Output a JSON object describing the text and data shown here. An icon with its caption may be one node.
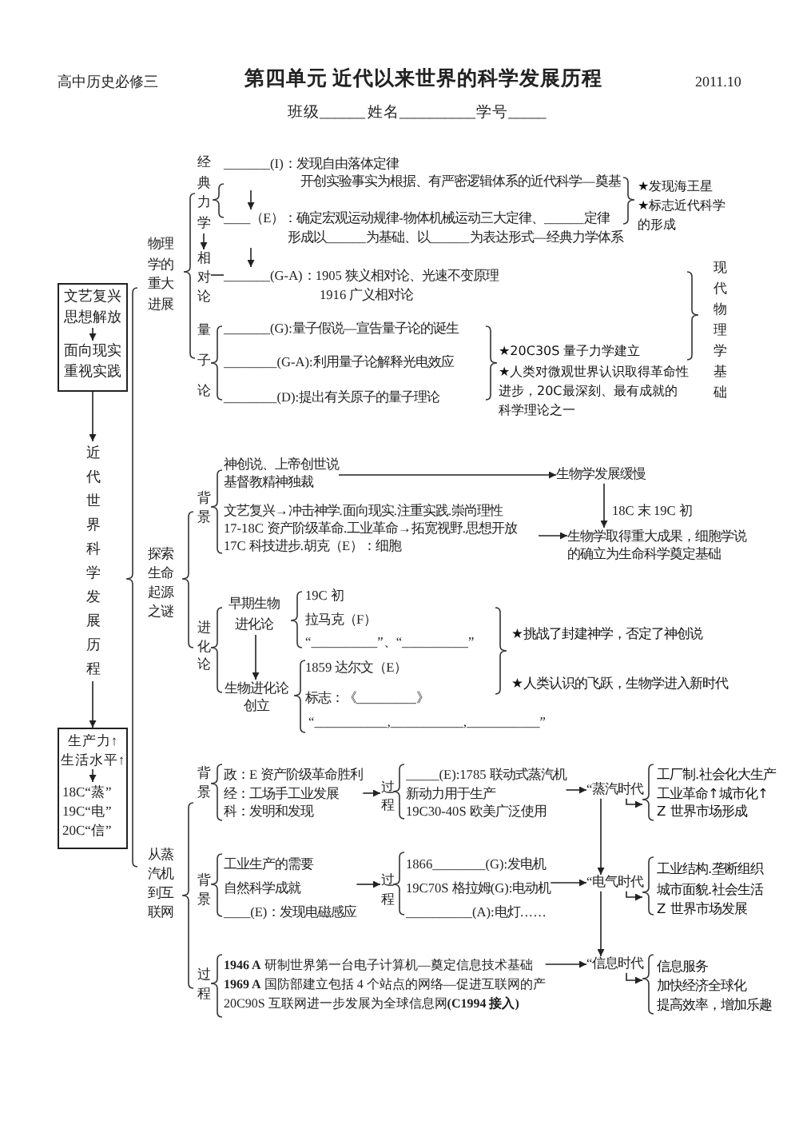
{
  "diagram": {
    "title": "第四单元 近代以来世界的科学发展历程",
    "nodes": [
      {
        "text": [],
        "shape": "box"
      },
      {
        "text": [
          "文艺复兴",
          "思想解放"
        ],
        "in": 0
      },
      {
        "text": [
          "面向现实",
          "重视实践"
        ],
        "in": 0
      },
      {
        "text": [
          "近代世界科学发展历程"
        ]
      },
      {
        "text": [],
        "shape": "box"
      },
      {
        "text": [
          "生产力↑",
          "生活水平↑"
        ],
        "in": 4
      },
      {
        "text": [
          "18C“蒸”",
          "19C“电”",
          "20C“信”"
        ],
        "in": 4
      },
      {
        "text": [
          "经典力学"
        ]
      },
      {
        "text": [
          "_______(I)：发现自由落体定律",
          "开创实验事实为根据、有严密逻辑体系的近代科学—奠基"
        ]
      },
      {
        "text": [
          "____（E）：确定宏观运动规律-物体机械运动三大定律、______定律",
          "形成以______为基础、以______为表达形式—经典力学体系"
        ]
      },
      {
        "text": [
          "相对论"
        ]
      },
      {
        "text": [
          "_______(G-A)：1905 狭义相对论、光速不变原理",
          "1916 广义相对论"
        ]
      },
      {
        "text": [
          "神创说、上帝创世说",
          "基督教精神独裁"
        ]
      },
      {
        "text": [
          "生物学发展缓慢"
        ]
      },
      {
        "text": [
          "生物学取得重大成果，细胞学说的确立为生命科学奠定基础"
        ]
      },
      {
        "text": [
          "早期生物进化论"
        ]
      },
      {
        "text": [
          "生物进化论创立"
        ]
      },
      {
        "text": [
          "政：E 资产阶级革命胜利",
          "经：工场手工业发展",
          "科：发明和发现"
        ]
      },
      {
        "text": [
          "过程"
        ]
      },
      {
        "text": [
          "_____(E):1785 联动式蒸汽机",
          "新动力用于生产",
          "19C30-40S 欧美广泛使用"
        ]
      },
      {
        "text": [
          "“蒸汽时代"
        ]
      },
      {
        "text": [
          "工厂制.社会化大生产",
          "工业革命↑城市化↑",
          "Z 世界市场形成"
        ]
      },
      {
        "text": [
          "工业生产的需要",
          "自然科学成就",
          "____(E)：发现电磁感应"
        ]
      },
      {
        "text": [
          "过程"
        ]
      },
      {
        "text": [
          "1866________(G):发电机",
          "19C70S 格拉姆(G):电动机",
          "__________(A):电灯……"
        ]
      },
      {
        "text": [
          "“电气时代"
        ]
      },
      {
        "text": [
          "工业结构.垄断组织",
          "城市面貌.社会生活",
          "Z 世界市场发展"
        ]
      },
      {
        "text": [
          "**1946 A** 研制世界第一台电子计算机—奠定信息技术基础",
          "**1969 A** 国防部建立包括 4 个站点的网络—促进互联网的产",
          "20C90S 互联网进一步发展为全球信息网**(C1994 接入)**"
        ]
      },
      {
        "text": [
          "“信息时代"
        ]
      },
      {
        "text": [
          "信息服务",
          "加快经济全球化",
          "提高效率，增加乐趣"
        ]
      }
    ],
    "edges": [
      {
        "from": 1,
        "to": 2,
        "arrow": "to"
      },
      {
        "from": 0,
        "to": 3,
        "arrow": "to"
      },
      {
        "from": 3,
        "to": 4,
        "arrow": "to"
      },
      {
        "from": 5,
        "to": 6,
        "arrow": "to"
      },
      {
        "from": 7,
        "to": 10,
        "arrow": "to"
      },
      {
        "from": 8,
        "to": 9,
        "arrow": "to"
      },
      {
        "from": 9,
        "to": 11,
        "arrow": "to"
      },
      {
        "from": 10,
        "to": 11,
        "arrow": "none"
      },
      {
        "from": 12,
        "to": 13,
        "arrow": "to"
      },
      {
        "from": 13,
        "to": 14,
        "arrow": "to",
        "label": "18C 末 19C 初"
      },
      {
        "from": null,
        "to": 14,
        "arrow": "to"
      },
      {
        "from": 15,
        "to": 16,
        "arrow": "to"
      },
      {
        "from": 17,
        "to": 18,
        "arrow": "to"
      },
      {
        "from": 19,
        "to": 20,
        "arrow": "to"
      },
      {
        "from": 20,
        "to": 21,
        "arrow": "to"
      },
      {
        "from": 20,
        "to": 25,
        "arrow": "to"
      },
      {
        "from": 22,
        "to": 23,
        "arrow": "to"
      },
      {
        "from": 24,
        "to": 25,
        "arrow": "to"
      },
      {
        "from": 25,
        "to": 26,
        "arrow": "to"
      },
      {
        "from": 25,
        "to": 28,
        "arrow": "to"
      },
      {
        "from": 27,
        "to": 28,
        "arrow": "to"
      },
      {
        "from": 28,
        "to": 29,
        "arrow": "to"
      }
    ],
    "labels": [
      "高中历史必修三",
      "2011.10",
      "班级______",
      "姓名__________",
      "学号_____",
      "物理学的重大进展",
      "★发现海王星",
      "★标志近代科学的形成",
      "量子论",
      "_______(G):量子假说—宣告量子论的诞生",
      "★20C30S 量子力学建立",
      "________(G-A):利用量子论解释光电效应",
      "★人类对微观世界认识取得革命性进步，20C最深刻、最有成就的科学理论之一",
      "________(D):提出有关原子的量子理论",
      "现代物理学基础",
      "探索生命起源之谜",
      "背景",
      "文艺复兴→冲击神学.面向现实.注重实践.崇尚理性",
      "17-18C 资产阶级革命.工业革命→拓宽视野.思想开放",
      "17C 科技进步.胡克（E）：细胞",
      "进化论",
      "19C 初",
      "拉马克（F）",
      "“__________”、“__________”",
      "★挑战了封建神学，否定了神创说",
      "1859 达尔文（E）",
      "★人类认识的飞跃，生物学进入新时代",
      "标志：《_________》",
      "“___________,___________,___________”",
      "从蒸汽机到互联网",
      "背景",
      "背景",
      "过程"
    ]
  }
}
